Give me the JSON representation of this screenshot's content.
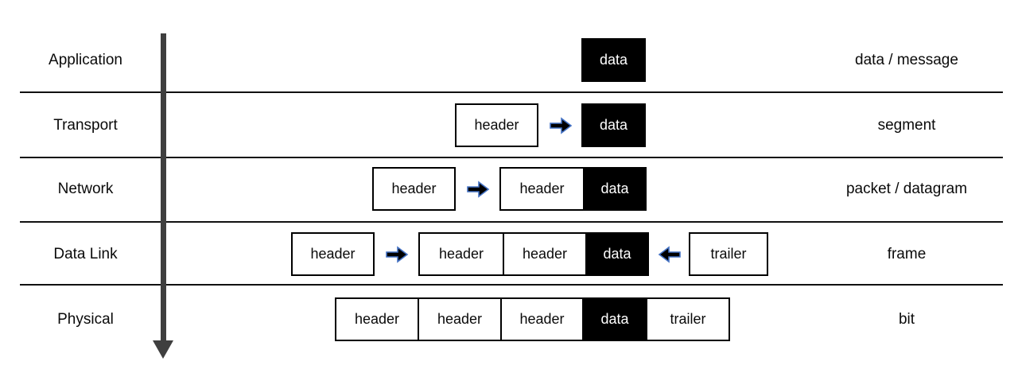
{
  "diagram": {
    "layers": [
      {
        "name": "Application",
        "pdu": "data / message"
      },
      {
        "name": "Transport",
        "pdu": "segment"
      },
      {
        "name": "Network",
        "pdu": "packet / datagram"
      },
      {
        "name": "Data Link",
        "pdu": "frame"
      },
      {
        "name": "Physical",
        "pdu": "bit"
      }
    ],
    "box_labels": {
      "header": "header",
      "data": "data",
      "trailer": "trailer"
    },
    "icons": {
      "down_arrow": "down-flow-arrow",
      "right_arrow": "right-block-arrow",
      "left_arrow": "left-block-arrow"
    },
    "colors": {
      "data_box_bg": "#000000",
      "data_box_text": "#ffffff",
      "box_border": "#000000",
      "block_arrow_fill": "#000000",
      "block_arrow_outline": "#4472c4",
      "flow_arrow": "#3f3f3f",
      "divider_line": "#111111"
    }
  }
}
